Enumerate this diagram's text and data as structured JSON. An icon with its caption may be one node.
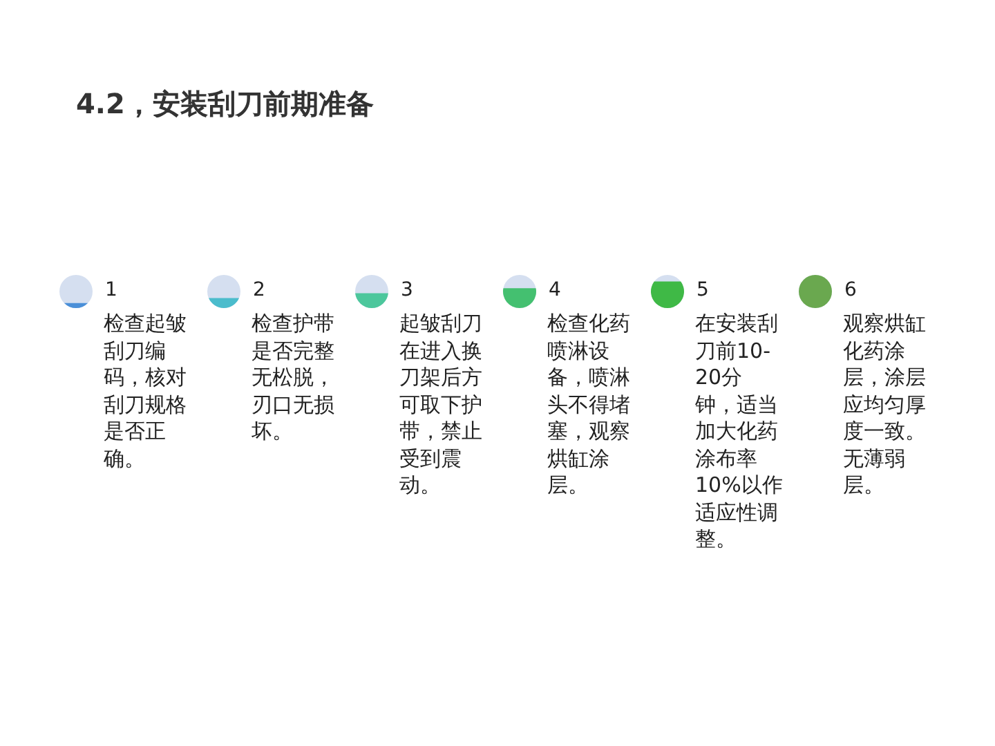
{
  "diagram": {
    "title": "4.2，安装刮刀前期准备",
    "labels": [
      "1",
      "检查起皱刮刀编码，核对刮刀规格是否正确。",
      "2",
      "检查护带是否完整无松脱，刃口无损坏。",
      "3",
      "起皱刮刀在进入换刀架后方可取下护带，禁止受到震动。",
      "4",
      "检查化药喷淋设备，喷淋头不得堵塞，观察烘缸涂层。",
      "5",
      "在安装刮刀前10-20分钟，适当加大化药涂布率10%以作适应性调整。",
      "6",
      "观察烘缸化药涂层，涂层应均匀厚度一致。无薄弱层。"
    ]
  }
}
